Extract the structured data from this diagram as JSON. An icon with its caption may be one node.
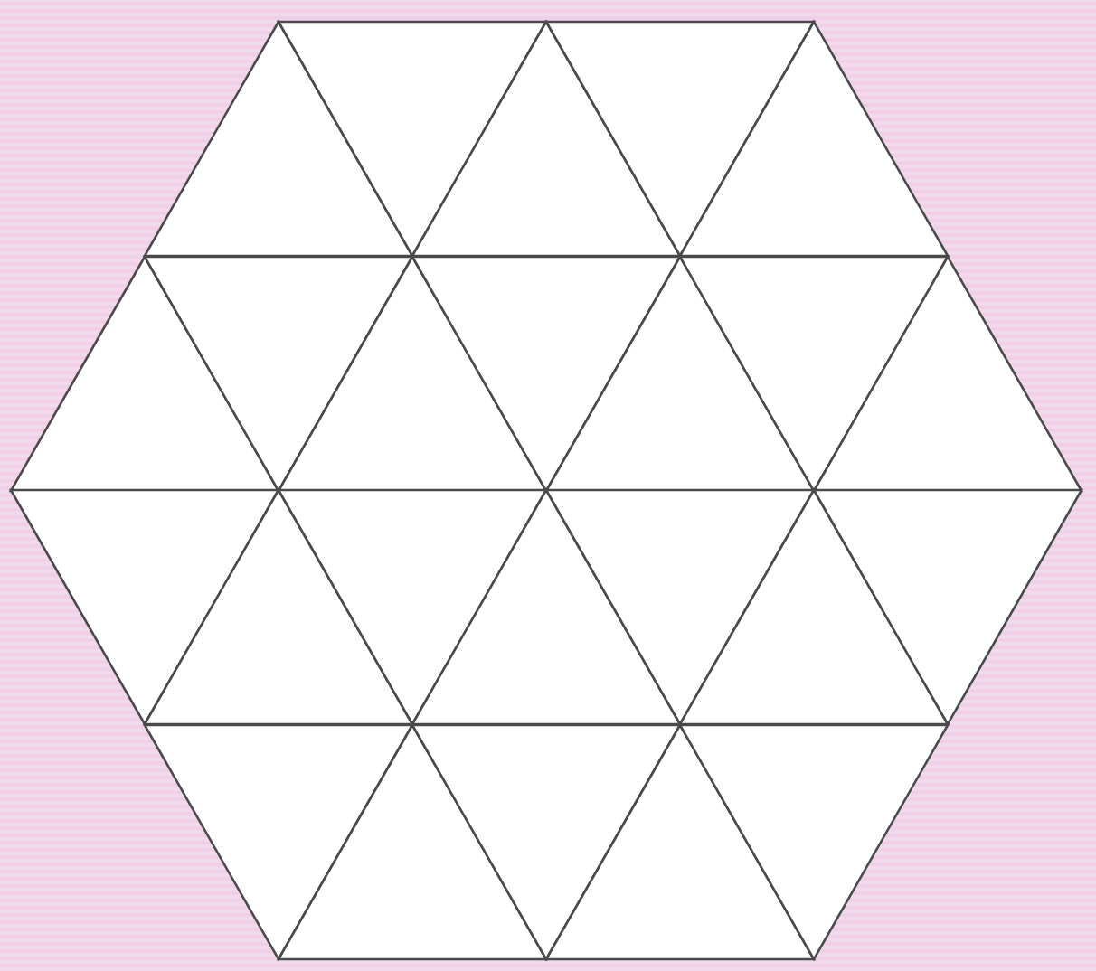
{
  "diagram": {
    "nodes": [
      {
        "text": [],
        "shape": "triangle"
      },
      {
        "text": [],
        "shape": "triangle"
      },
      {
        "text": [],
        "shape": "triangle"
      },
      {
        "text": [],
        "shape": "triangle"
      },
      {
        "text": [],
        "shape": "triangle"
      },
      {
        "text": [],
        "shape": "triangle"
      },
      {
        "text": [],
        "shape": "triangle"
      },
      {
        "text": [],
        "shape": "triangle"
      },
      {
        "text": [],
        "shape": "triangle"
      },
      {
        "text": [],
        "shape": "triangle"
      },
      {
        "text": [],
        "shape": "triangle"
      },
      {
        "text": [],
        "shape": "triangle"
      },
      {
        "text": [],
        "shape": "triangle"
      },
      {
        "text": [],
        "shape": "triangle"
      },
      {
        "text": [],
        "shape": "triangle"
      },
      {
        "text": [],
        "shape": "triangle"
      },
      {
        "text": [],
        "shape": "triangle"
      },
      {
        "text": [],
        "shape": "triangle"
      },
      {
        "text": [],
        "shape": "triangle"
      },
      {
        "text": [],
        "shape": "triangle"
      },
      {
        "text": [],
        "shape": "triangle"
      },
      {
        "text": [],
        "shape": "triangle"
      },
      {
        "text": [],
        "shape": "triangle"
      },
      {
        "text": [],
        "shape": "triangle"
      }
    ]
  }
}
